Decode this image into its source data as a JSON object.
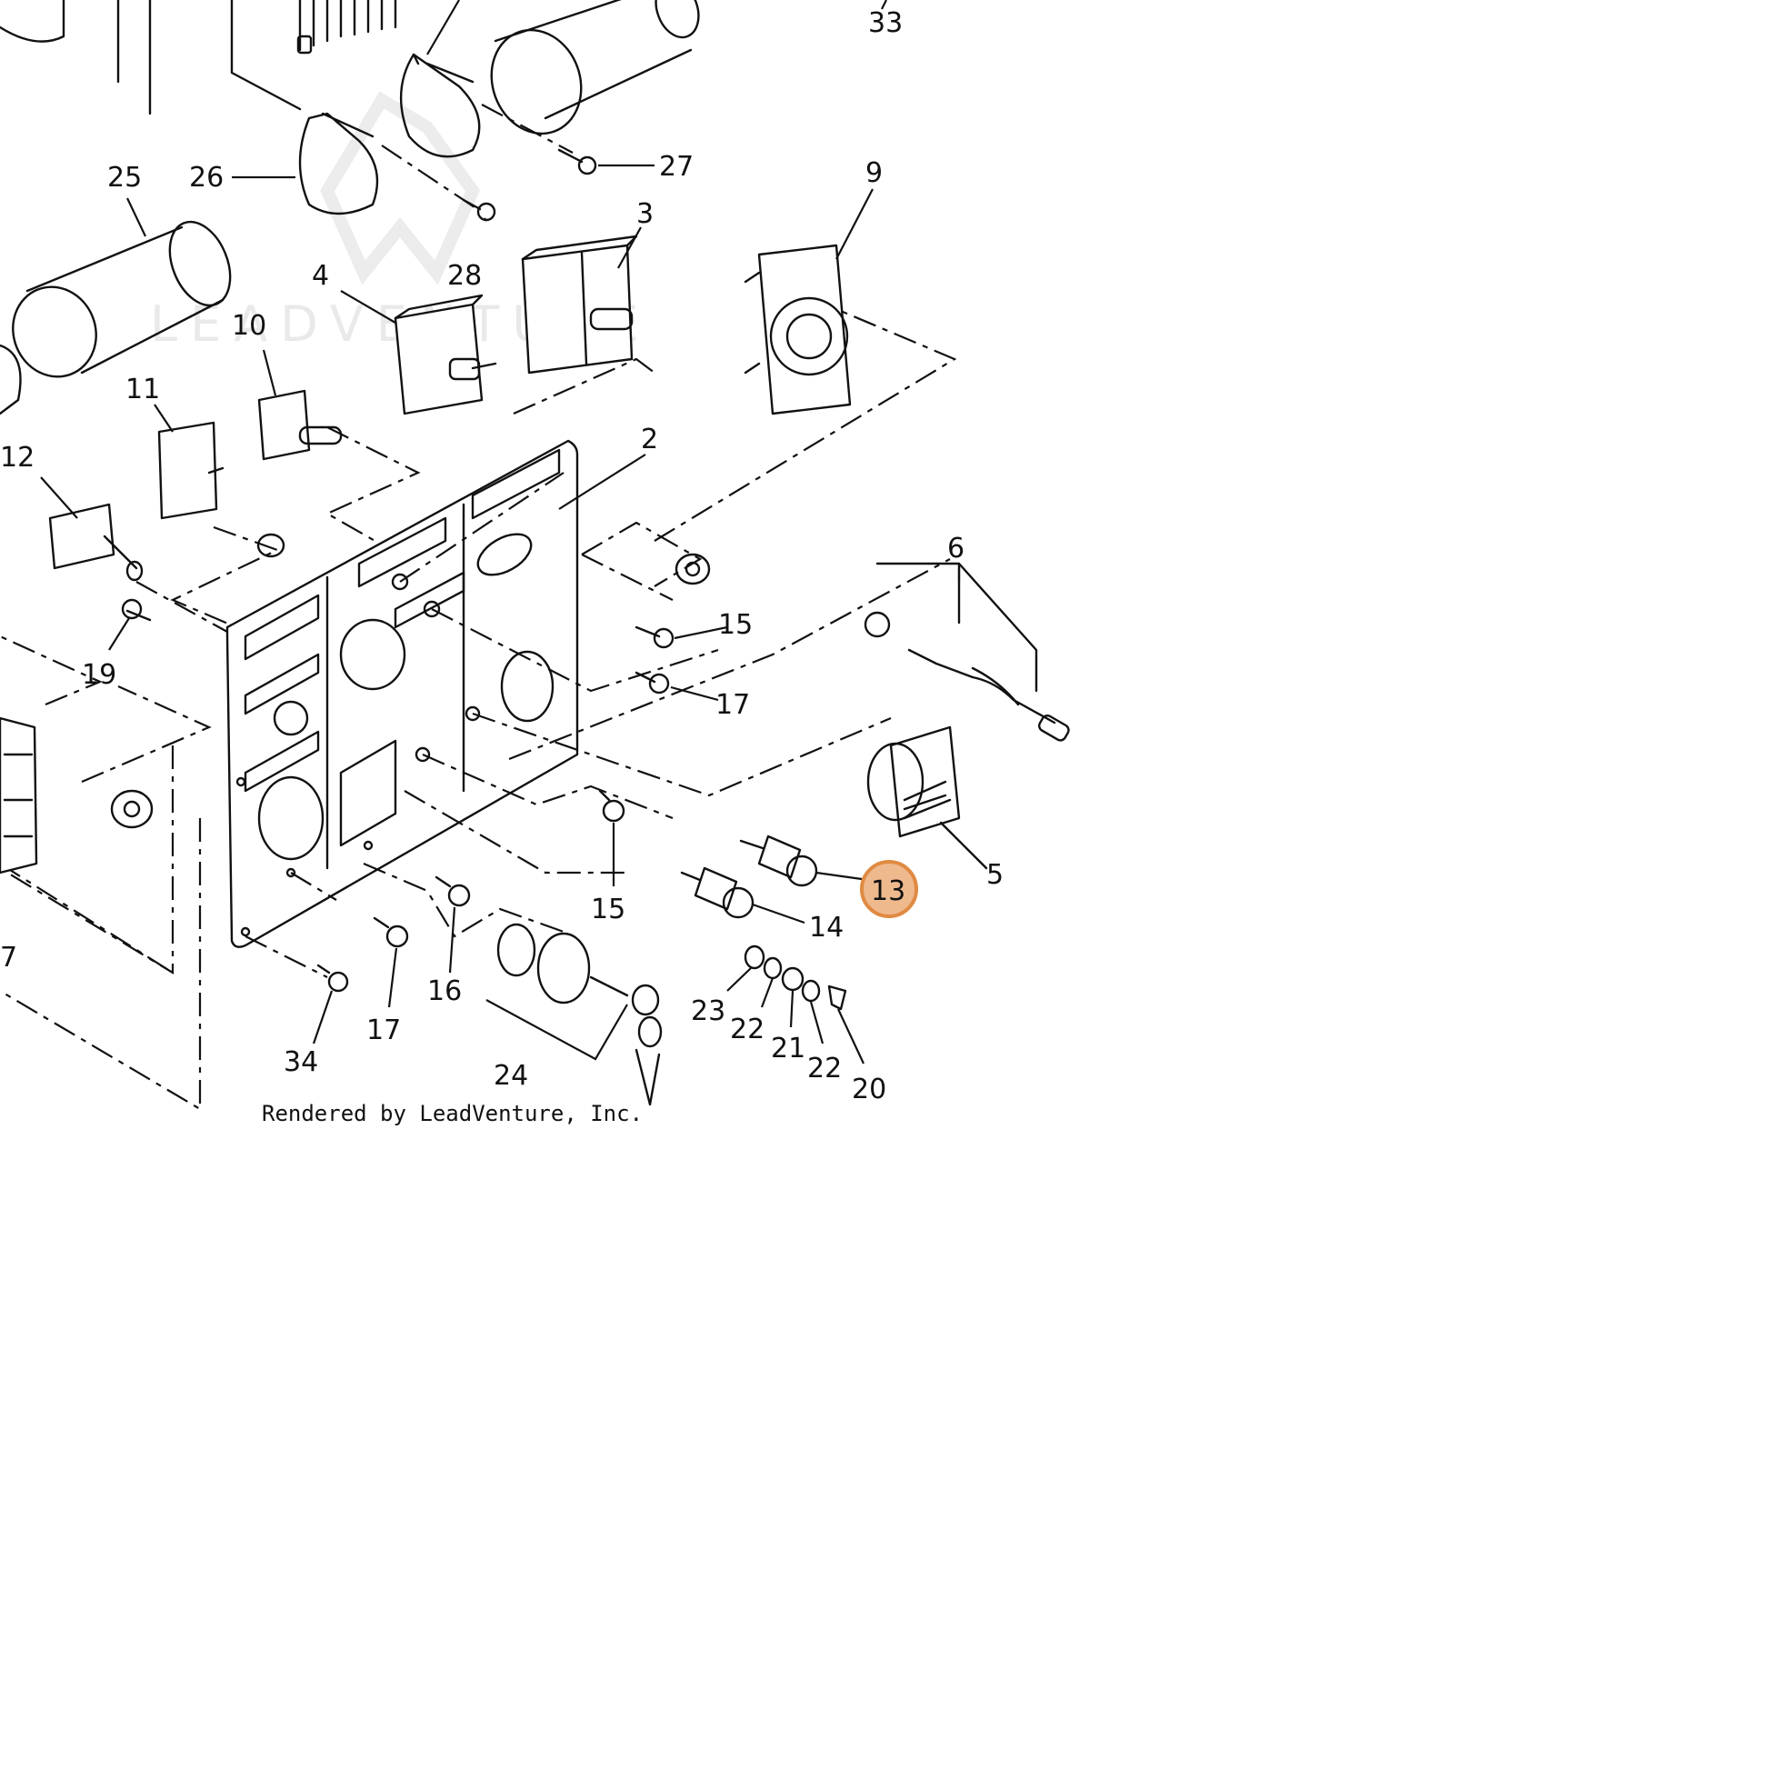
{
  "diagram": {
    "callouts": {
      "c33": "33",
      "c27": "27",
      "c25": "25",
      "c26": "26",
      "c9": "9",
      "c28": "28",
      "c3": "3",
      "c4": "4",
      "c10": "10",
      "c11": "11",
      "c12": "12",
      "c2": "2",
      "c6": "6",
      "c15a": "15",
      "c17a": "17",
      "c19": "19",
      "c5": "5",
      "c13": "13",
      "c14": "14",
      "c15b": "15",
      "c16": "16",
      "c17b": "17",
      "c34": "34",
      "c24": "24",
      "c23": "23",
      "c22a": "22",
      "c21": "21",
      "c22b": "22",
      "c20": "20",
      "c7": "7"
    },
    "highlighted_callout": "13",
    "credit": "Rendered by LeadVenture, Inc.",
    "watermark": "LEADVENTURE"
  },
  "colors": {
    "highlight_fill": "#efb98e",
    "highlight_stroke": "#e08a42",
    "line": "#111111"
  }
}
